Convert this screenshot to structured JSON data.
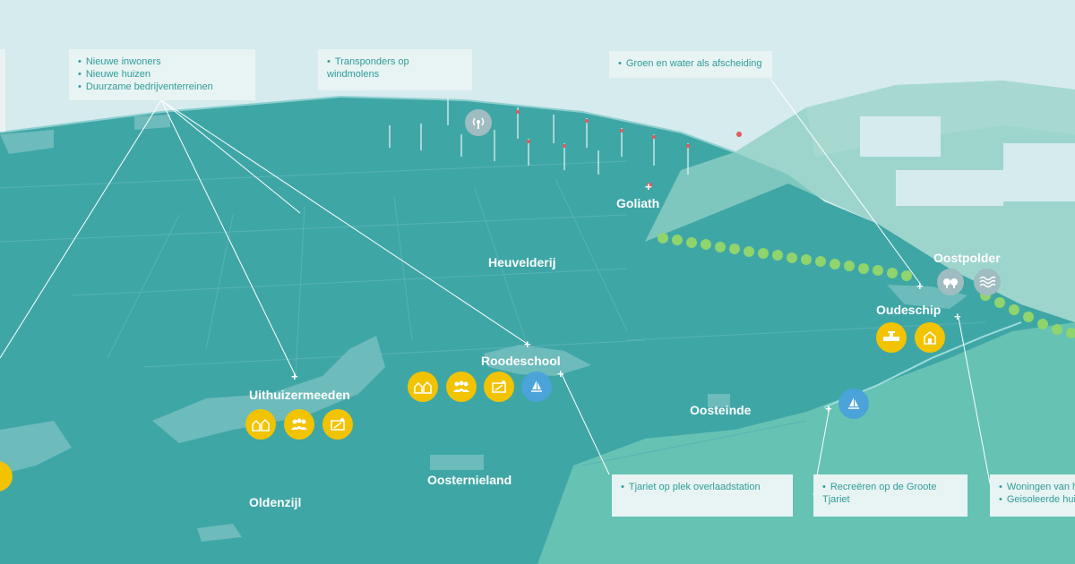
{
  "colors": {
    "land": "#3fa6a6",
    "land_light": "#66c2b3",
    "sea": "#d6ebee",
    "harbor": "#8fcfc4",
    "callout_bg": "#e8f3f3",
    "callout_text": "#2e9d99",
    "icon_yellow": "#f2c300",
    "icon_blue": "#4aa3d9",
    "icon_grey": "#9fbcc0",
    "trees": "#8fd46c"
  },
  "places": {
    "goliath": "Goliath",
    "heuvelderij": "Heuvelderij",
    "roodeschool": "Roodeschool",
    "uithuizermeeden": "Uithuizermeeden",
    "oosteinde": "Oosteinde",
    "oostpolder": "Oostpolder",
    "oudeschip": "Oudeschip",
    "oldenzijl": "Oldenzijl",
    "oosternieland": "Oosternieland"
  },
  "callouts": {
    "residents": [
      "Nieuwe inwoners",
      "Nieuwe huizen",
      "Duurzame bedrijventerreinen"
    ],
    "transponders": [
      "Transponders op windmolens"
    ],
    "green_water": [
      "Groen en water als afscheiding"
    ],
    "tjariet_station": [
      "Tjariet op plek overlaadstation"
    ],
    "recreation": [
      "Recreëren op de Groote Tjariet"
    ],
    "housing": [
      "Woningen van h",
      "Geisoleerde hui"
    ]
  },
  "icons": {
    "uithuizermeeden": [
      "houses-icon",
      "people-icon",
      "solar-panel-icon"
    ],
    "roodeschool": [
      "houses-icon",
      "people-icon",
      "solar-panel-icon",
      "sailboat-icon"
    ],
    "oudeschip": [
      "pipeline-icon",
      "house-icon"
    ],
    "oostpolder": [
      "trees-icon",
      "water-waves-icon"
    ],
    "oosteinde": [
      "sailboat-icon"
    ],
    "windfarm": [
      "transponder-icon"
    ]
  }
}
